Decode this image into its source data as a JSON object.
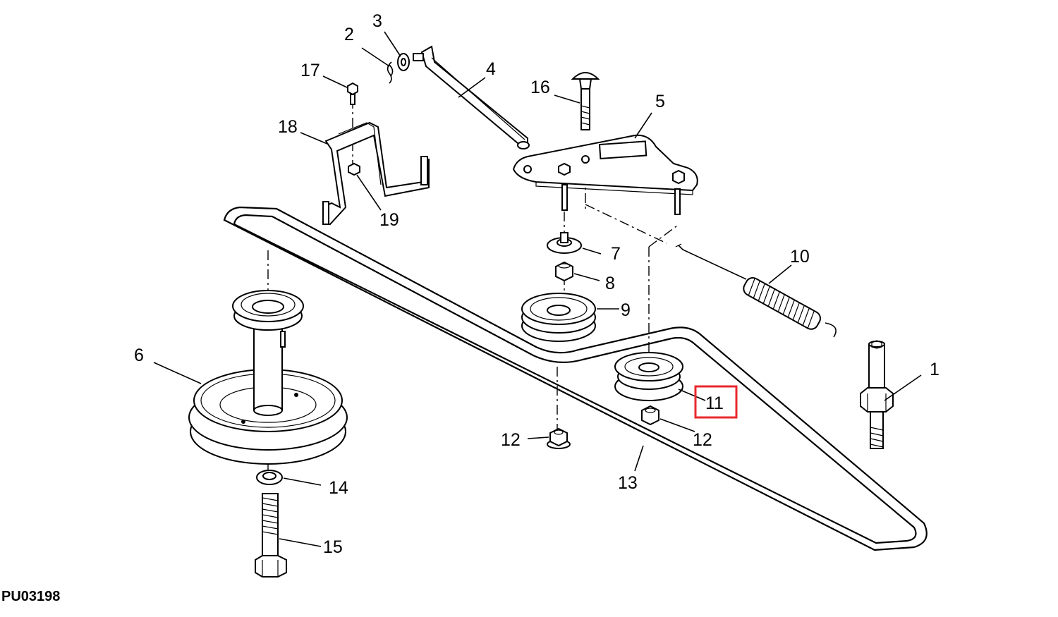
{
  "diagram": {
    "drawing_code": "PU03198",
    "highlight_color": "#e8282e",
    "highlighted_callout": "11",
    "callouts": {
      "c1": "1",
      "c2": "2",
      "c3": "3",
      "c4": "4",
      "c5": "5",
      "c6": "6",
      "c7": "7",
      "c8": "8",
      "c9": "9",
      "c10": "10",
      "c11": "11",
      "c12a": "12",
      "c12b": "12",
      "c13": "13",
      "c14": "14",
      "c15": "15",
      "c16": "16",
      "c17": "17",
      "c18": "18",
      "c19": "19"
    }
  }
}
